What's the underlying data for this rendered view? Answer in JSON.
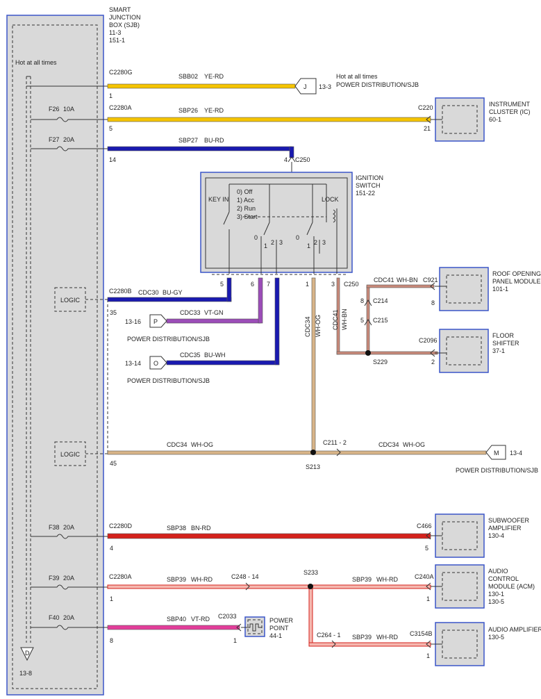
{
  "sjb": {
    "title_lines": [
      "SMART",
      "JUNCTION",
      "BOX (SJB)",
      "11-3",
      "151-1"
    ],
    "hot_label": "Hot at all times",
    "ground_ref": "13-8",
    "ground_letter": "D",
    "logic_label": "LOGIC",
    "fuses": [
      {
        "id": "F26",
        "rating": "10A"
      },
      {
        "id": "F27",
        "rating": "20A"
      },
      {
        "id": "F38",
        "rating": "20A"
      },
      {
        "id": "F39",
        "rating": "20A"
      },
      {
        "id": "F40",
        "rating": "20A"
      }
    ]
  },
  "circuits": {
    "sbb02": {
      "connector": "C2280G",
      "pin": "1",
      "circuit": "SBB02",
      "color": "YE-RD",
      "dest_letter": "J",
      "dest_ref": "13-3",
      "dest_line1": "Hot at all times",
      "dest_line2": "POWER DISTRIBUTION/SJB"
    },
    "sbp26": {
      "connector": "C2280A",
      "pin": "5",
      "circuit": "SBP26",
      "color": "YE-RD",
      "dest_connector": "C220",
      "dest_pin": "21"
    },
    "sbp27": {
      "connector": "",
      "pin": "14",
      "circuit": "SBP27",
      "color": "BU-RD",
      "dest_connector": "C250",
      "dest_pin": "4"
    },
    "cdc30": {
      "connector": "C2280B",
      "pin": "35",
      "circuit": "CDC30",
      "color": "BU-GY",
      "dest_pin": "5"
    },
    "cdc33": {
      "circuit": "CDC33",
      "color": "VT-GN",
      "dest_letter": "P",
      "dest_ref": "13-16",
      "dest_label": "POWER DISTRIBUTION/SJB",
      "switch_pin": "6"
    },
    "cdc35": {
      "circuit": "CDC35",
      "color": "BU-WH",
      "dest_letter": "O",
      "dest_ref": "13-14",
      "dest_label": "POWER DISTRIBUTION/SJB",
      "switch_pin": "7"
    },
    "cdc34_v": {
      "circuit": "CDC34",
      "color": "WH-OG",
      "switch_pin": "1"
    },
    "cdc41_v": {
      "circuit": "CDC41",
      "color": "WH-BN",
      "switch_pin": "3",
      "connector": "C250"
    },
    "cdc41_h": {
      "circuit": "CDC41",
      "color": "WH-BN",
      "dest_connector": "C921",
      "dest_pin": "8",
      "c214": "C214",
      "c214_pin": "8",
      "c215": "C215",
      "c215_pin": "5",
      "splice": "S229",
      "shifter_connector": "C2096",
      "shifter_pin": "2"
    },
    "cdc34_h": {
      "pin": "45",
      "circuit": "CDC34",
      "color": "WH-OG",
      "splice": "S213",
      "inline": "C211 - 2",
      "circuit2": "CDC34",
      "color2": "WH-OG",
      "dest_letter": "M",
      "dest_ref": "13-4",
      "dest_label": "POWER DISTRIBUTION/SJB"
    },
    "sbp38": {
      "connector": "C2280D",
      "pin": "4",
      "circuit": "SBP38",
      "color": "BN-RD",
      "dest_connector": "C466",
      "dest_pin": "5"
    },
    "sbp39": {
      "connector": "C2280A",
      "pin": "1",
      "circuit": "SBP39",
      "color": "WH-RD",
      "inline": "C248 - 14",
      "splice": "S233",
      "circuit2": "SBP39",
      "color2": "WH-RD",
      "dest_connector": "C240A",
      "dest_pin": "1",
      "inline2": "C264 - 1",
      "circuit3": "SBP39",
      "color3": "WH-RD",
      "dest3_connector": "C3154B",
      "dest3_pin": "1"
    },
    "sbp40": {
      "pin": "8",
      "circuit": "SBP40",
      "color": "VT-RD",
      "dest_connector": "C2033",
      "dest_pin": "1"
    }
  },
  "ignition": {
    "title_lines": [
      "IGNITION",
      "SWITCH",
      "151-22"
    ],
    "key_in": "KEY IN",
    "lock": "LOCK",
    "positions": [
      "0) Off",
      "1) Acc",
      "2) Run",
      "3) Start"
    ],
    "contact_a": [
      "0",
      "1",
      "2",
      "3"
    ],
    "contact_b": [
      "0",
      "1",
      "2",
      "3"
    ]
  },
  "components": {
    "ic": [
      "INSTRUMENT",
      "CLUSTER (IC)",
      "60-1"
    ],
    "roof": [
      "ROOF OPENING",
      "PANEL MODULE",
      "101-1"
    ],
    "shifter": [
      "FLOOR",
      "SHIFTER",
      "37-1"
    ],
    "sub": [
      "SUBWOOFER",
      "AMPLIFIER",
      "130-4"
    ],
    "acm": [
      "AUDIO",
      "CONTROL",
      "MODULE (ACM)",
      "130-1",
      "130-5"
    ],
    "amp": [
      "AUDIO AMPLIFIER",
      "130-5"
    ],
    "power_point": [
      "POWER",
      "POINT",
      "44-1"
    ]
  },
  "colors": {
    "yellow": "#f5c400",
    "red": "#d4221c",
    "blue": "#1a1ab0",
    "purple": "#9b4db8",
    "tan": "#d8b488",
    "pink": "#e23d9a",
    "frame_blue": "#3a55c8"
  }
}
